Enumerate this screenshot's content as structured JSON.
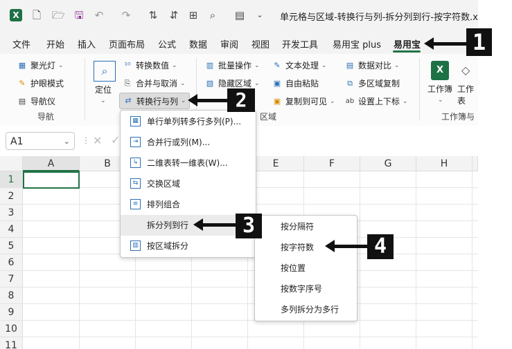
{
  "title": "单元格与区域-转换行与列-拆分列到行-按字符数.x...",
  "menu": {
    "items": [
      "文件",
      "开始",
      "插入",
      "页面布局",
      "公式",
      "数据",
      "审阅",
      "视图",
      "开发工具",
      "易用宝 plus",
      "易用宝"
    ],
    "active": "易用宝"
  },
  "ribbon": {
    "focus": "聚光灯",
    "eye": "护眼模式",
    "nav": "导航仪",
    "nav_group": "导航",
    "locate": "定位",
    "convert_value": "转换数值",
    "merge_cancel": "合并与取消",
    "convert_rowcol": "转换行与列",
    "batch_ops": "批量操作",
    "hide_area": "隐藏区域",
    "area_label": "区域",
    "text_process": "文本处理",
    "free_paste": "自由粘贴",
    "copy_visible": "复制到可见",
    "data_compare": "数据对比",
    "multi_copy": "多区域复制",
    "sub_super": "设置上下标",
    "workbook": "工作簿",
    "worksheet": "工作表",
    "wb_group": "工作簿与"
  },
  "namebox": "A1",
  "columns": [
    "A",
    "B",
    "C",
    "D",
    "E",
    "F",
    "G",
    "H"
  ],
  "rows": [
    "1",
    "2",
    "3",
    "4",
    "5",
    "6",
    "7",
    "8",
    "9",
    "10",
    "11"
  ],
  "dropdown": {
    "items": [
      {
        "label": "单行单列转多行多列(P)..."
      },
      {
        "label": "合并行或列(M)..."
      },
      {
        "label": "二维表转一维表(W)..."
      },
      {
        "label": "交换区域"
      },
      {
        "label": "排列组合"
      },
      {
        "label": "拆分列到行"
      },
      {
        "label": "按区域拆分"
      }
    ]
  },
  "submenu": {
    "items": [
      "按分隔符",
      "按字符数",
      "按位置",
      "按数字序号",
      "多列拆分为多行"
    ]
  },
  "badges": [
    "1",
    "2",
    "3",
    "4"
  ]
}
